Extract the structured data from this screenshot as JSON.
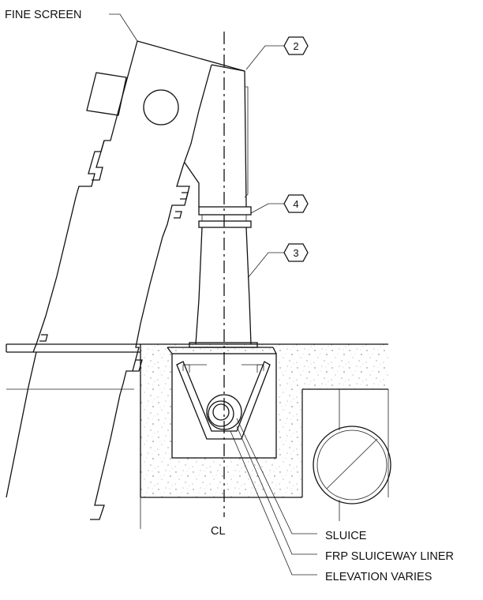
{
  "drawing": {
    "title": "",
    "labels": {
      "fine_screen": "FINE SCREEN",
      "centerline": "CL",
      "sluice": "SLUICE",
      "frp_liner": "FRP SLUICEWAY LINER",
      "elevation": "ELEVATION VARIES"
    },
    "callouts": [
      "2",
      "4",
      "3"
    ]
  },
  "colors": {
    "line": "#111111",
    "concrete_speckle": "#7a7a7a",
    "background": "#ffffff"
  }
}
